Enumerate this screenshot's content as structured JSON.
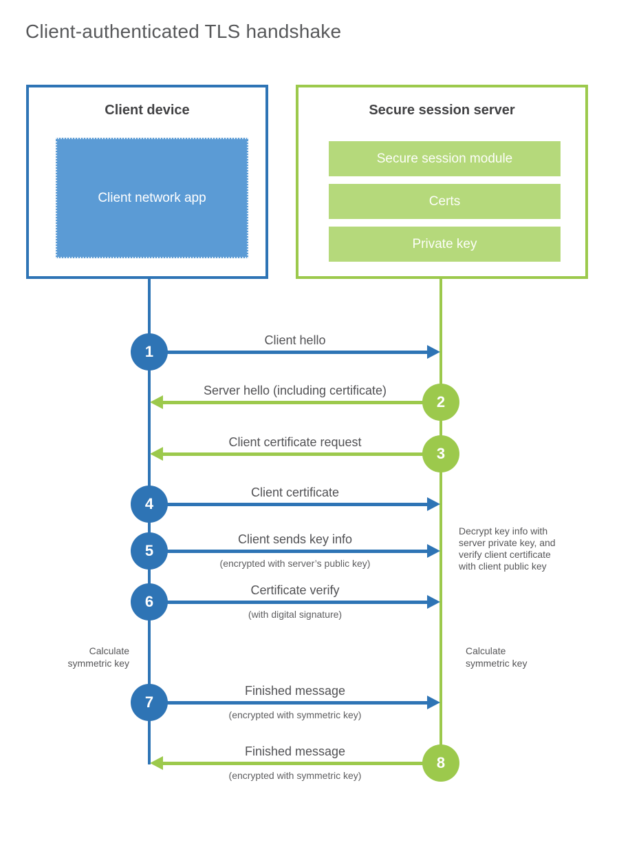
{
  "title": "Client-authenticated TLS handshake",
  "client": {
    "title": "Client device",
    "app_label": "Client network app"
  },
  "server": {
    "title": "Secure session server",
    "modules": [
      "Secure session module",
      "Certs",
      "Private key"
    ]
  },
  "messages": [
    {
      "num": "1",
      "label": "Client hello",
      "sub": "",
      "from": "client"
    },
    {
      "num": "2",
      "label": "Server hello (including certificate)",
      "sub": "",
      "from": "server"
    },
    {
      "num": "3",
      "label": "Client certificate request",
      "sub": "",
      "from": "server"
    },
    {
      "num": "4",
      "label": "Client certificate",
      "sub": "",
      "from": "client"
    },
    {
      "num": "5",
      "label": "Client sends key info",
      "sub": "(encrypted with server’s public key)",
      "from": "client"
    },
    {
      "num": "6",
      "label": "Certificate verify",
      "sub": "(with digital signature)",
      "from": "client"
    },
    {
      "num": "7",
      "label": "Finished message",
      "sub": "(encrypted with symmetric key)",
      "from": "client"
    },
    {
      "num": "8",
      "label": "Finished message",
      "sub": "(encrypted with symmetric key)",
      "from": "server"
    }
  ],
  "annotations": {
    "server_note": "Decrypt key info with\nserver private key, and\nverify client certificate\nwith client public key",
    "client_calc": "Calculate\nsymmetric key",
    "server_calc": "Calculate\nsymmetric key"
  },
  "colors": {
    "blue": "#2e74b5",
    "blue_fill": "#5b9bd5",
    "green": "#9cc94c",
    "green_fill": "#b5d97b"
  }
}
